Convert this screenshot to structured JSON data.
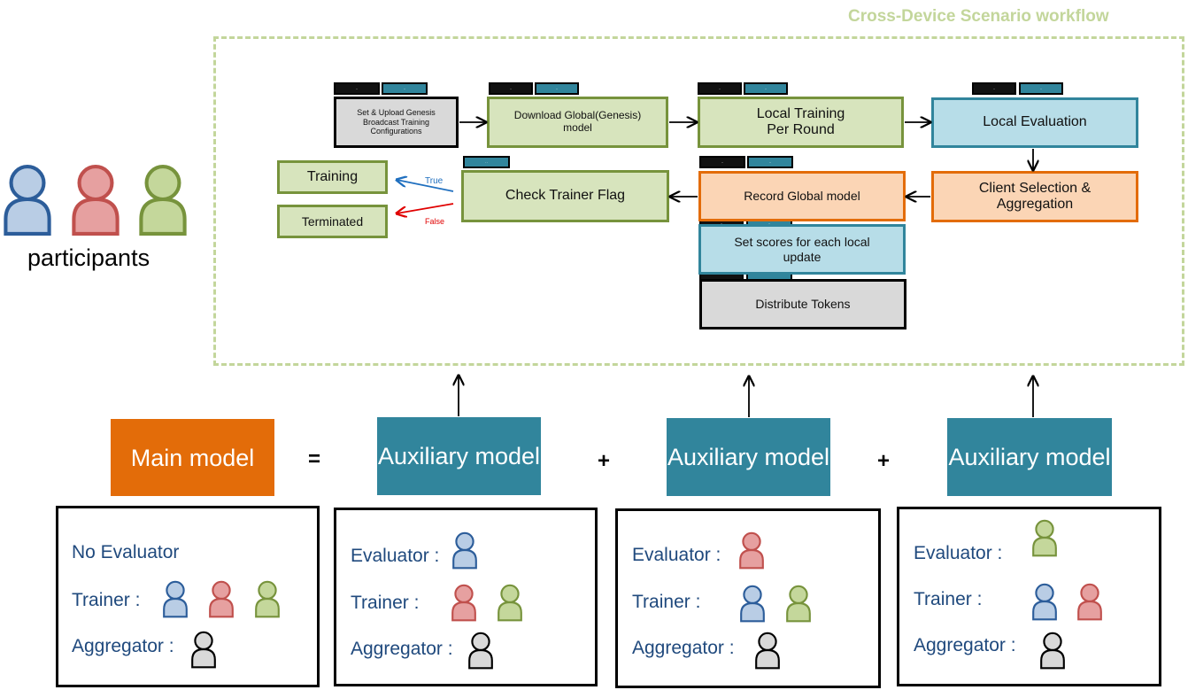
{
  "workflow": {
    "title": "Cross-Device Scenario workflow",
    "steps": {
      "set_upload": "Set & Upload Genesis Broadcast Training Configurations",
      "download": "Download Global(Genesis) model",
      "local_training": "Local Training Per Round",
      "local_eval": "Local Evaluation",
      "client_selection": "Client Selection & Aggregation",
      "record_global": "Record Global model",
      "check_flag": "Check Trainer Flag",
      "set_scores": "Set scores for each local update",
      "distribute": "Distribute Tokens",
      "training": "Training",
      "terminated": "Terminated"
    },
    "edge_labels": {
      "true": "True",
      "false": "False"
    },
    "tag_text": {
      "black": "··",
      "teal": "··"
    }
  },
  "participants": {
    "label": "participants"
  },
  "equation": {
    "main": "Main model",
    "aux1": "Auxiliary model",
    "aux2": "Auxiliary model",
    "aux3": "Auxiliary model",
    "equals": "=",
    "plus1": "+",
    "plus2": "+"
  },
  "cards": {
    "main": {
      "evaluator": "No Evaluator",
      "trainer": "Trainer :",
      "aggregator": "Aggregator :"
    },
    "aux1": {
      "evaluator": "Evaluator :",
      "trainer": "Trainer :",
      "aggregator": "Aggregator :"
    },
    "aux2": {
      "evaluator": "Evaluator :",
      "trainer": "Trainer :",
      "aggregator": "Aggregator :"
    },
    "aux3": {
      "evaluator": "Evaluator :",
      "trainer": "Trainer :",
      "aggregator": "Aggregator :"
    }
  },
  "colors": {
    "blue_person": {
      "fill": "#b9cde5",
      "stroke": "#2c5d9a"
    },
    "red_person": {
      "fill": "#e6a0a0",
      "stroke": "#c0504d"
    },
    "green_person": {
      "fill": "#c4d79b",
      "stroke": "#77933c"
    },
    "black_person": {
      "fill": "#d9d9d9",
      "stroke": "#000000"
    }
  }
}
